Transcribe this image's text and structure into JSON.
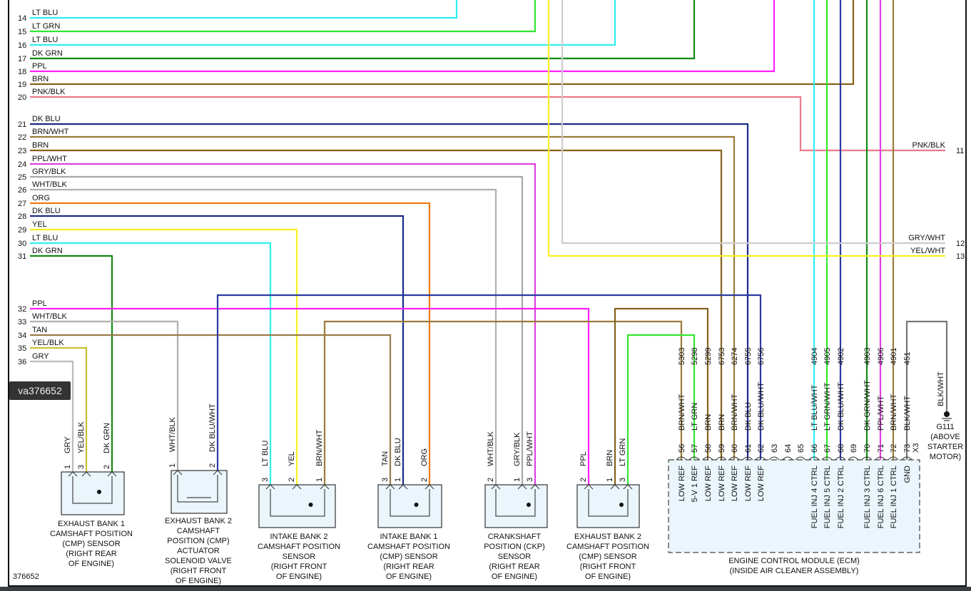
{
  "figure_id": "376652",
  "watermark": "va376652",
  "left_wires": [
    {
      "num": "14",
      "label": "LT BLU",
      "color": "#30eef0"
    },
    {
      "num": "15",
      "label": "LT GRN",
      "color": "#30e830"
    },
    {
      "num": "16",
      "label": "LT BLU",
      "color": "#30eef0"
    },
    {
      "num": "17",
      "label": "DK GRN",
      "color": "#128a12"
    },
    {
      "num": "18",
      "label": "PPL",
      "color": "#ff20ff"
    },
    {
      "num": "19",
      "label": "BRN",
      "color": "#85611a"
    },
    {
      "num": "20",
      "label": "PNK/BLK",
      "color": "#e87a88"
    },
    {
      "num": "21",
      "label": "DK BLU",
      "color": "#1a2a88"
    },
    {
      "num": "22",
      "label": "BRN/WHT",
      "color": "#9a7a3a"
    },
    {
      "num": "23",
      "label": "BRN",
      "color": "#85611a"
    },
    {
      "num": "24",
      "label": "PPL/WHT",
      "color": "#e040e0"
    },
    {
      "num": "25",
      "label": "GRY/BLK",
      "color": "#a8a8a8"
    },
    {
      "num": "26",
      "label": "WHT/BLK",
      "color": "#b0b0b0"
    },
    {
      "num": "27",
      "label": "ORG",
      "color": "#f07a10"
    },
    {
      "num": "28",
      "label": "DK BLU",
      "color": "#1a2a88"
    },
    {
      "num": "29",
      "label": "YEL",
      "color": "#f8f020"
    },
    {
      "num": "30",
      "label": "LT BLU",
      "color": "#30eef0"
    },
    {
      "num": "31",
      "label": "DK GRN",
      "color": "#128a12"
    },
    {
      "num": "32",
      "label": "PPL",
      "color": "#ff20ff"
    },
    {
      "num": "33",
      "label": "WHT/BLK",
      "color": "#b0b0b0"
    },
    {
      "num": "34",
      "label": "TAN",
      "color": "#9a7a4a"
    },
    {
      "num": "35",
      "label": "YEL/BLK",
      "color": "#c8c030"
    },
    {
      "num": "36",
      "label": "GRY",
      "color": "#bbbbbb"
    }
  ],
  "right_wires": [
    {
      "num": "11",
      "label": "PNK/BLK",
      "color": "#e87a88"
    },
    {
      "num": "12",
      "label": "GRY/WHT",
      "color": "#cccccc"
    },
    {
      "num": "13",
      "label": "YEL/WHT",
      "color": "#f8f020"
    }
  ],
  "ecm": {
    "connector": "X3",
    "name_lines": [
      "ENGINE CONTROL MODULE (ECM)",
      "(INSIDE AIR CLEANER ASSEMBLY)"
    ],
    "pins": [
      {
        "pin": "56",
        "circuit": "5303",
        "wire": "BRN/WHT",
        "func": "LOW REF"
      },
      {
        "pin": "57",
        "circuit": "5298",
        "wire": "LT GRN",
        "func": "5-V 1 REF"
      },
      {
        "pin": "58",
        "circuit": "5299",
        "wire": "BRN",
        "func": "LOW REF"
      },
      {
        "pin": "59",
        "circuit": "6753",
        "wire": "BRN",
        "func": "LOW REF"
      },
      {
        "pin": "60",
        "circuit": "6274",
        "wire": "BRN/WHT",
        "func": "LOW REF"
      },
      {
        "pin": "61",
        "circuit": "6755",
        "wire": "DK BLU",
        "func": "LOW REF"
      },
      {
        "pin": "62",
        "circuit": "6756",
        "wire": "DK BLU/WHT",
        "func": "LOW REF"
      },
      {
        "pin": "63",
        "circuit": "",
        "wire": "",
        "func": ""
      },
      {
        "pin": "64",
        "circuit": "",
        "wire": "",
        "func": ""
      },
      {
        "pin": "65",
        "circuit": "",
        "wire": "",
        "func": ""
      },
      {
        "pin": "66",
        "circuit": "4904",
        "wire": "LT BLU/WHT",
        "func": "FUEL INJ 4 CTRL"
      },
      {
        "pin": "67",
        "circuit": "4905",
        "wire": "LT GRN/WHT",
        "func": "FUEL INJ 5 CTRL"
      },
      {
        "pin": "68",
        "circuit": "4902",
        "wire": "DK BLU/WHT",
        "func": "FUEL INJ 2 CTRL"
      },
      {
        "pin": "69",
        "circuit": "",
        "wire": "",
        "func": ""
      },
      {
        "pin": "70",
        "circuit": "4903",
        "wire": "DK GRN/WHT",
        "func": "FUEL INJ 3 CTRL"
      },
      {
        "pin": "71",
        "circuit": "4906",
        "wire": "PPL/WHT",
        "func": "FUEL INJ 6 CTRL"
      },
      {
        "pin": "72",
        "circuit": "4901",
        "wire": "BRN/WHT",
        "func": "FUEL INJ 1 CTRL"
      },
      {
        "pin": "73",
        "circuit": "451",
        "wire": "BLK/WHT",
        "func": "GND"
      }
    ]
  },
  "ground": {
    "wire": "BLK/WHT",
    "name_lines": [
      "G111",
      "(ABOVE",
      "STARTER",
      "MOTOR)"
    ]
  },
  "components": [
    {
      "name_lines": [
        "EXHAUST BANK 1",
        "CAMSHAFT POSITION",
        "(CMP) SENSOR",
        "(RIGHT REAR",
        "OF ENGINE)"
      ],
      "pins": [
        {
          "num": "1",
          "wire": "GRY"
        },
        {
          "num": "3",
          "wire": "YEL/BLK"
        },
        {
          "num": "2",
          "wire": "DK GRN"
        }
      ]
    },
    {
      "name_lines": [
        "EXHAUST BANK 2",
        "CAMSHAFT",
        "POSITION (CMP)",
        "ACTUATOR",
        "SOLENOID VALVE",
        "(RIGHT FRONT",
        "OF ENGINE)"
      ],
      "pins": [
        {
          "num": "1",
          "wire": "WHT/BLK"
        },
        {
          "num": "2",
          "wire": "DK BLU/WHT"
        }
      ]
    },
    {
      "name_lines": [
        "INTAKE BANK 2",
        "CAMSHAFT POSITION",
        "SENSOR",
        "(RIGHT FRONT",
        "OF ENGINE)"
      ],
      "pins": [
        {
          "num": "3",
          "wire": "LT BLU"
        },
        {
          "num": "2",
          "wire": "YEL"
        },
        {
          "num": "1",
          "wire": "BRN/WHT"
        }
      ]
    },
    {
      "name_lines": [
        "INTAKE BANK 1",
        "CAMSHAFT POSITION",
        "(CMP) SENSOR",
        "(RIGHT REAR",
        "OF ENGINE)"
      ],
      "pins": [
        {
          "num": "3",
          "wire": "TAN"
        },
        {
          "num": "1",
          "wire": "DK BLU"
        },
        {
          "num": "2",
          "wire": "ORG"
        }
      ]
    },
    {
      "name_lines": [
        "CRANKSHAFT",
        "POSITION (CKP)",
        "SENSOR",
        "(RIGHT REAR",
        "OF ENGINE)"
      ],
      "pins": [
        {
          "num": "2",
          "wire": "WHT/BLK"
        },
        {
          "num": "1",
          "wire": "GRY/BLK"
        },
        {
          "num": "3",
          "wire": "PPL/WHT"
        }
      ]
    },
    {
      "name_lines": [
        "EXHAUST BANK 2",
        "CAMSHAFT POSITION",
        "(CMP) SENSOR",
        "(RIGHT FRONT",
        "OF ENGINE)"
      ],
      "pins": [
        {
          "num": "2",
          "wire": "PPL"
        },
        {
          "num": "1",
          "wire": "BRN"
        },
        {
          "num": "3",
          "wire": "LT GRN"
        }
      ]
    }
  ],
  "extra_wire_colors": {
    "DK BLU/WHT": "#2a3aa0",
    "BRN/WHT": "#9a7a3a",
    "BRN": "#85611a",
    "LT GRN": "#30e830",
    "LT BLU/WHT": "#30eef0",
    "LT GRN/WHT": "#30e830",
    "DK GRN/WHT": "#128a12",
    "PPL/WHT": "#e040e0",
    "BLK/WHT": "#777777",
    "GRY/WHT": "#cccccc",
    "YEL/WHT": "#f8f020"
  }
}
